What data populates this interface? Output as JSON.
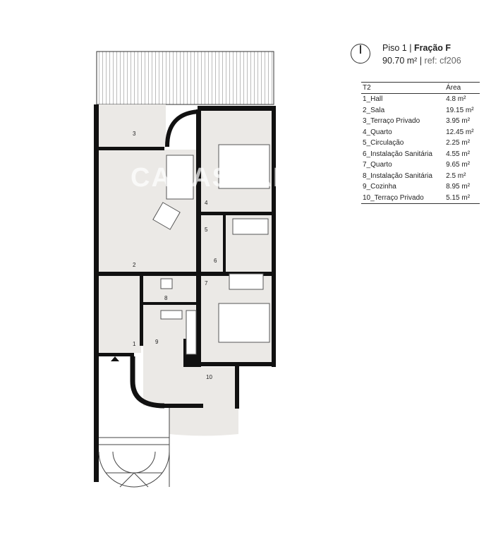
{
  "header": {
    "floor": "Piso 1 |",
    "fraction": "Fração F",
    "area": "90.70 m² |",
    "ref": "ref: cf206"
  },
  "table": {
    "col_type": "T2",
    "col_area": "Área",
    "rows": [
      {
        "name": "1_Hall",
        "area": "4.8 m²"
      },
      {
        "name": "2_Sala",
        "area": "19.15 m²"
      },
      {
        "name": "3_Terraço Privado",
        "area": "3.95 m²"
      },
      {
        "name": "4_Quarto",
        "area": "12.45 m²"
      },
      {
        "name": "5_Circulação",
        "area": "2.25 m²"
      },
      {
        "name": "6_Instalação Sanitária",
        "area": "4.55 m²"
      },
      {
        "name": "7_Quarto",
        "area": "9.65 m²"
      },
      {
        "name": "8_Instalação Sanitária",
        "area": "2.5 m²"
      },
      {
        "name": "9_Cozinha",
        "area": "8.95 m²"
      },
      {
        "name": "10_Terraço Privado",
        "area": "5.15 m²"
      }
    ]
  },
  "plan_labels": [
    "1",
    "2",
    "3",
    "4",
    "5",
    "6",
    "7",
    "8",
    "9",
    "10"
  ],
  "watermark": "CASASNAHORA"
}
